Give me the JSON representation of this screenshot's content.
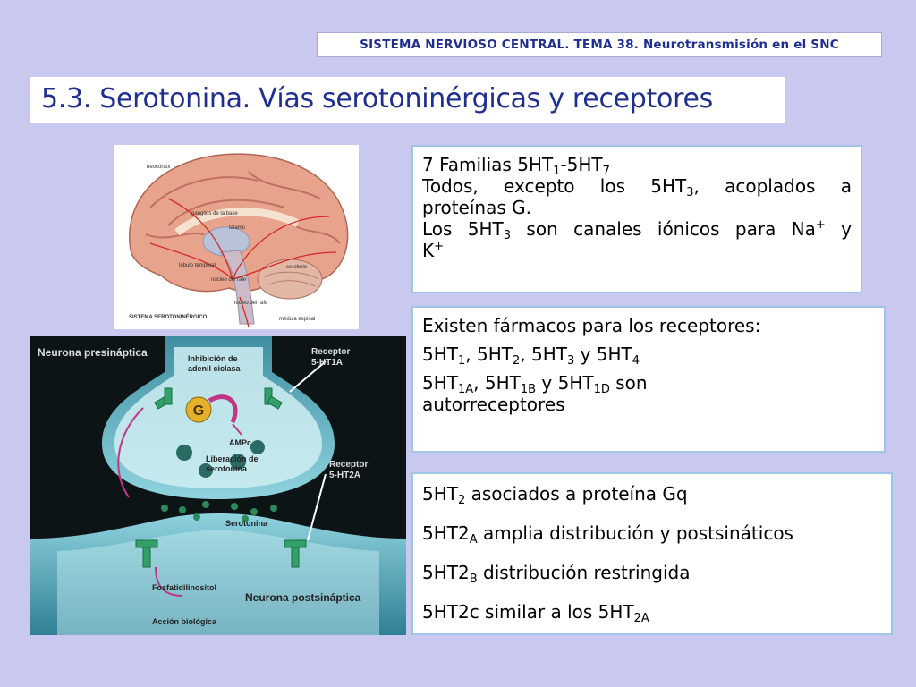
{
  "header": {
    "tag": "SISTEMA NERVIOSO CENTRAL. TEMA 38. Neurotransmisión en el SNC"
  },
  "title": "5.3. Serotonina. Vías serotoninérgicas y receptores",
  "brain_figure": {
    "labels": [
      "neocórtex",
      "ganglios de la base",
      "tálamo",
      "lóbulo temporal",
      "núcleo del rafe",
      "cerebelo",
      "núcleo del rafe",
      "médula espinal"
    ],
    "caption": "SISTEMA SEROTONINÉRGICO"
  },
  "synapse_figure": {
    "presynaptic": "Neurona presináptica",
    "inhibition": [
      "Inhibición de",
      "adenil ciclasa"
    ],
    "receptor_1a": [
      "Receptor",
      "5-HT1A"
    ],
    "g_protein": "G",
    "ampc": "AMPc",
    "release": [
      "Liberación de",
      "serotonina"
    ],
    "receptor_2a": [
      "Receptor",
      "5-HT2A"
    ],
    "serotonin": "Serotonina",
    "fosfa": "Fosfatidilinositol",
    "postsynaptic": "Neurona postsináptica",
    "action": "Acción biológica"
  },
  "box1": {
    "l1_a": "7 Familias 5HT",
    "l1_s1": "1",
    "l1_b": "-5HT",
    "l1_s2": "7",
    "l2_a": "Todos, excepto los 5HT",
    "l2_s": "3",
    "l2_b": ", acoplados a",
    "l3": "proteínas G.",
    "l4_a": "Los 5HT",
    "l4_s": "3",
    "l4_b": " son canales iónicos para Na",
    "l4_sup": "+",
    "l4_c": " y",
    "l5_a": "K",
    "l5_sup": "+"
  },
  "box2": {
    "l1": "Existen fármacos para los receptores:",
    "l2_a": "5HT",
    "l2_s1": "1",
    "l2_b": ", 5HT",
    "l2_s2": "2",
    "l2_c": ", 5HT",
    "l2_s3": "3",
    "l2_d": " y 5HT",
    "l2_s4": "4",
    "l3_a": "5HT",
    "l3_s1": "1A",
    "l3_b": ", 5HT",
    "l3_s2": "1B",
    "l3_c": " y 5HT",
    "l3_s3": "1D",
    "l3_d": " son",
    "l4": "autorreceptores"
  },
  "box3": {
    "l1_a": "5HT",
    "l1_s": "2",
    "l1_b": " asociados a proteína Gq",
    "l2_a": "5HT2",
    "l2_s": "A",
    "l2_b": " amplia distribución y postsináticos",
    "l3_a": "5HT2",
    "l3_s": "B",
    "l3_b": " distribución restringida",
    "l4_a": "5HT2c similar a los 5HT",
    "l4_s": "2A"
  }
}
